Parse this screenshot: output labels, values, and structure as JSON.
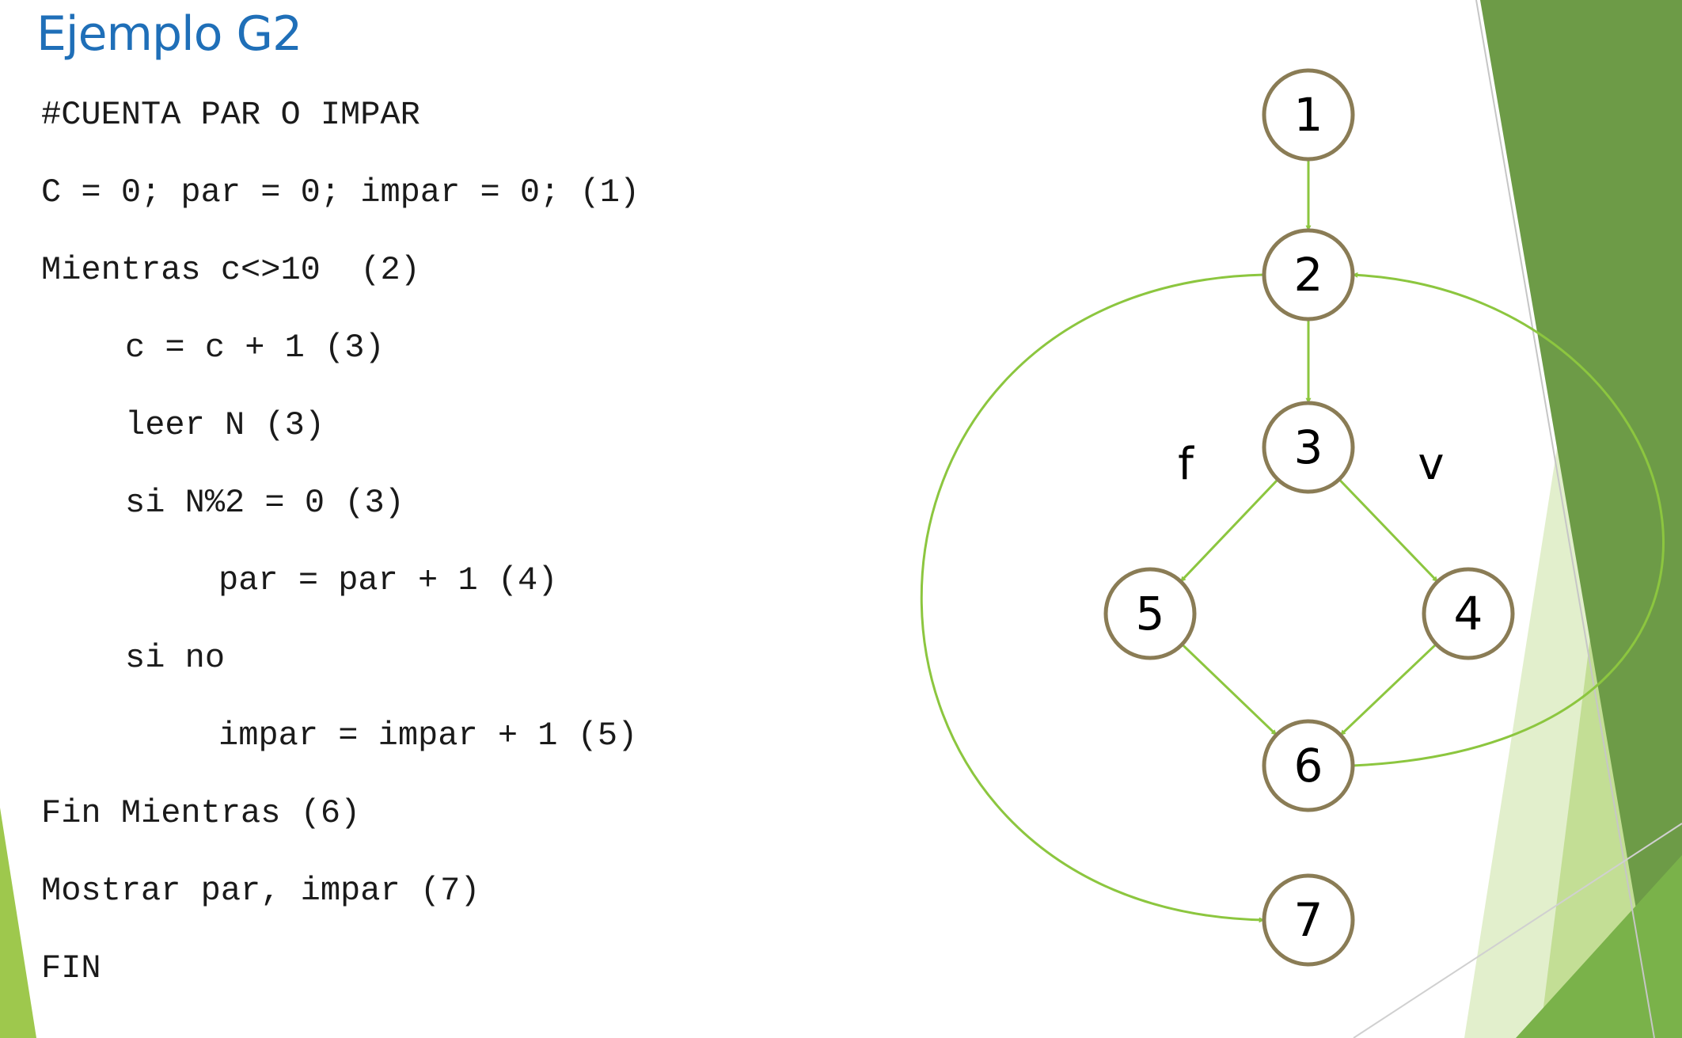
{
  "title": "Ejemplo G2",
  "code_lines": [
    "#CUENTA PAR O IMPAR",
    "C = 0; par = 0; impar = 0; (1)",
    "Mientras c<>10  (2)",
    "c = c + 1 (3)",
    "leer N (3)",
    "si N%2 = 0 (3)",
    "par = par + 1 (4)",
    "si no",
    "impar = impar + 1 (5)",
    "Fin Mientras (6)",
    "Mostrar par, impar (7)",
    "FIN"
  ],
  "graph": {
    "nodes": [
      "1",
      "2",
      "3",
      "4",
      "5",
      "6",
      "7"
    ],
    "edges": [
      {
        "from": "1",
        "to": "2"
      },
      {
        "from": "2",
        "to": "3"
      },
      {
        "from": "3",
        "to": "5",
        "label": "f"
      },
      {
        "from": "3",
        "to": "4",
        "label": "v"
      },
      {
        "from": "5",
        "to": "6"
      },
      {
        "from": "4",
        "to": "6"
      },
      {
        "from": "6",
        "to": "2"
      },
      {
        "from": "2",
        "to": "7"
      }
    ]
  },
  "colors": {
    "title": "#1f6fb8",
    "edge": "#8cc63f",
    "node_stroke": "#8a7c55",
    "accent_dark": "#6d9b47",
    "accent_light": "#d4e8b4"
  }
}
